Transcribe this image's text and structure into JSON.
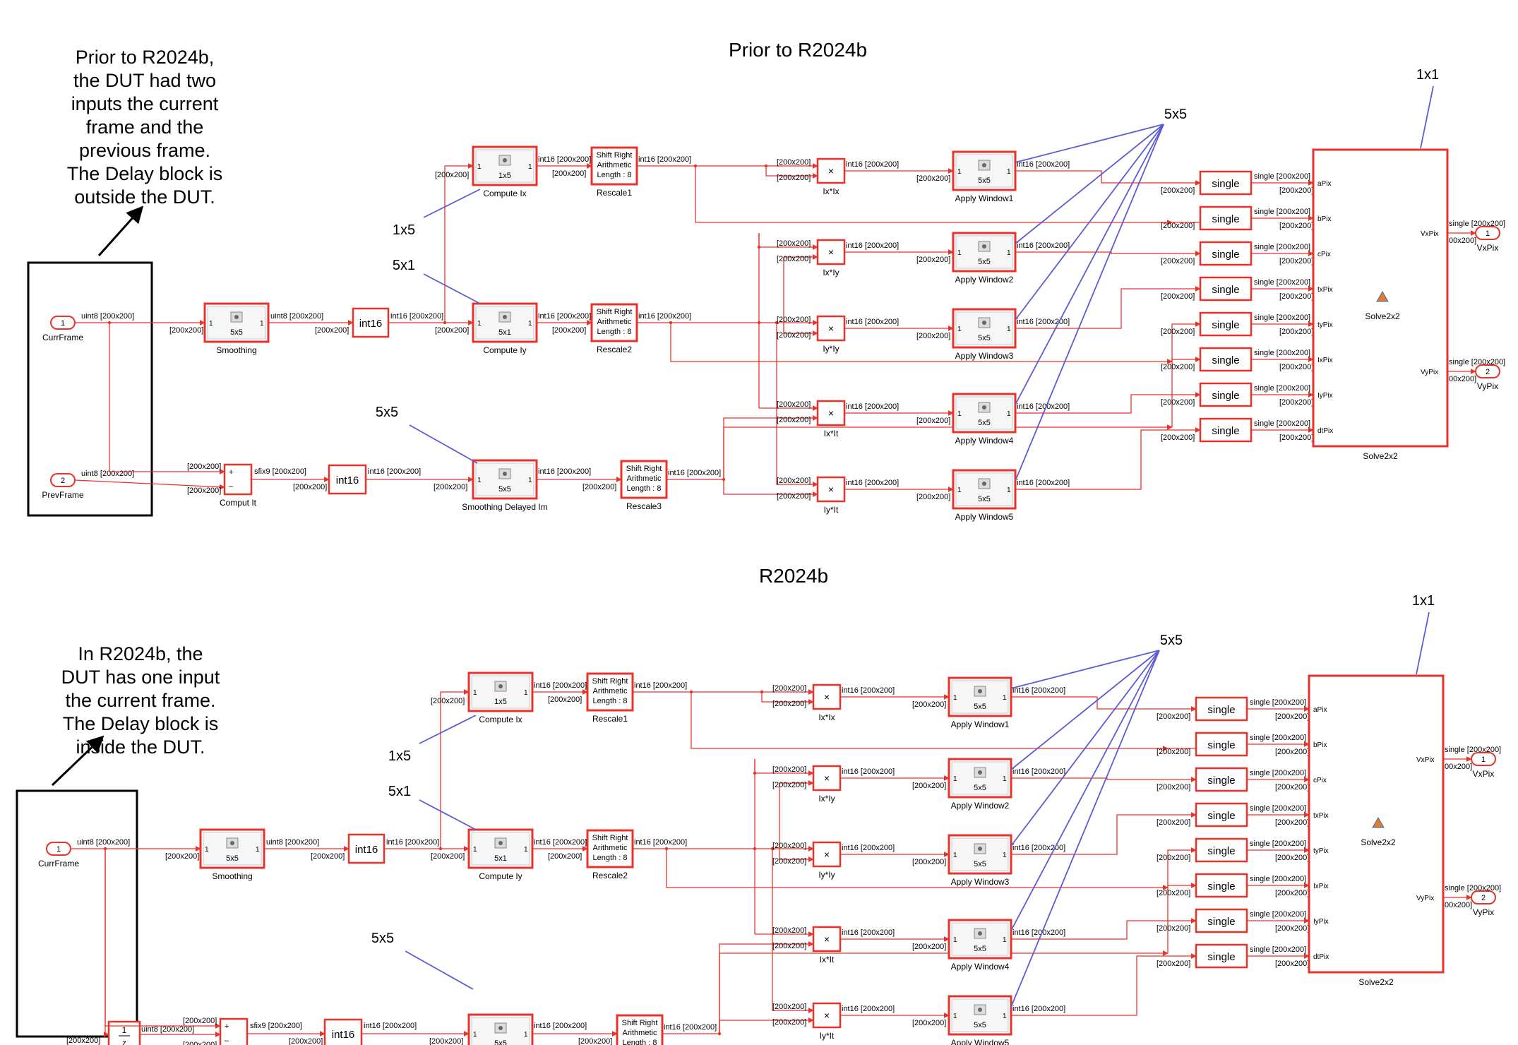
{
  "colors": {
    "signal": "#e8332b",
    "block_border": "#e8332b",
    "callout": "#5b5bd6",
    "text": "#000000",
    "annotation_border": "#000000"
  },
  "panels": [
    {
      "title": "Prior to R2024b",
      "note": [
        "Prior to R2024b,",
        "the DUT had two",
        "inputs the current",
        "frame and the",
        "previous frame.",
        "The Delay block is",
        "outside the DUT."
      ],
      "inports": [
        {
          "num": "1",
          "name": "CurrFrame"
        },
        {
          "num": "2",
          "name": "PrevFrame"
        }
      ],
      "has_delay": false
    },
    {
      "title": "R2024b",
      "note": [
        "In R2024b, the",
        "DUT has one input",
        "the current frame.",
        "The Delay block is",
        "inside the DUT."
      ],
      "inports": [
        {
          "num": "1",
          "name": "CurrFrame"
        }
      ],
      "has_delay": true
    }
  ],
  "callouts": {
    "k1x5": "1x5",
    "k5x1": "5x1",
    "k5x5": "5x5",
    "k1x1": "1x1"
  },
  "blocks": {
    "smoothing": {
      "name": "Smoothing",
      "size": "5x5"
    },
    "compute_ix": {
      "name": "Compute Ix",
      "size": "1x5"
    },
    "compute_iy": {
      "name": "Compute Iy",
      "size": "5x1"
    },
    "smoothing_delayed": {
      "name": "Smoothing Delayed Im",
      "size": "5x5"
    },
    "comput_it": {
      "name": "Comput It"
    },
    "int16": "int16",
    "rescale": {
      "line1": "Shift Right",
      "line2": "Arithmetic",
      "line3": "Length : 8",
      "names": [
        "Rescale1",
        "Rescale2",
        "Rescale3"
      ]
    },
    "products": [
      "Ix*Ix",
      "Ix*Iy",
      "Iy*Iy",
      "Ix*It",
      "Iy*It"
    ],
    "windows": [
      "Apply Window1",
      "Apply Window2",
      "Apply Window3",
      "Apply Window4",
      "Apply Window5"
    ],
    "window_size": "5x5",
    "single": "single",
    "solver": {
      "name": "Solve2x2",
      "inputs": [
        "aPix",
        "bPix",
        "cPix",
        "txPix",
        "tyPix",
        "IxPix",
        "IyPix",
        "dtPix"
      ],
      "outputs": [
        "VxPix",
        "VyPix"
      ]
    },
    "outports": [
      {
        "num": "1",
        "name": "VxPix"
      },
      {
        "num": "2",
        "name": "VyPix"
      }
    ],
    "delay_num": "1",
    "delay_den": "z"
  },
  "signal_labels": {
    "uint8": "uint8 [200x200]",
    "int16": "int16 [200x200]",
    "sfix9": "sfix9 [200x200]",
    "single": "single [200x200]",
    "dim": "[200x200]",
    "dim_short": "00x200]"
  }
}
